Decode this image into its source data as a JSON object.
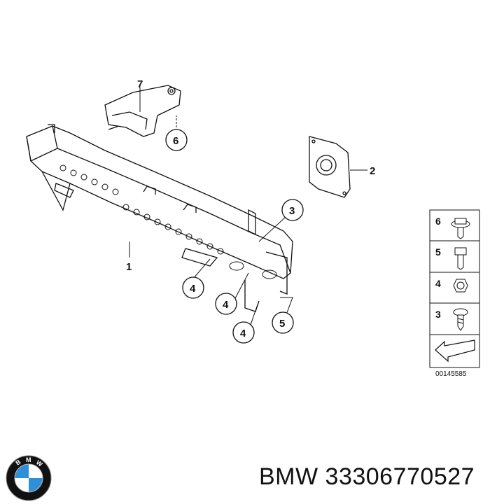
{
  "callouts": [
    {
      "id": "c7",
      "label": "7"
    },
    {
      "id": "c6",
      "label": "6"
    },
    {
      "id": "c2",
      "label": "2"
    },
    {
      "id": "c3",
      "label": "3"
    },
    {
      "id": "c1",
      "label": "1"
    },
    {
      "id": "c4a",
      "label": "4"
    },
    {
      "id": "c4b",
      "label": "4"
    },
    {
      "id": "c4c",
      "label": "4"
    },
    {
      "id": "c5",
      "label": "5"
    }
  ],
  "legend": {
    "items": [
      {
        "label": "6",
        "icon": "flange-bolt-icon"
      },
      {
        "label": "5",
        "icon": "hex-bolt-icon"
      },
      {
        "label": "4",
        "icon": "hex-nut-icon"
      },
      {
        "label": "3",
        "icon": "self-tapping-screw-icon"
      }
    ],
    "direction_icon": "direction-arrow-icon"
  },
  "diagram_code": "00145585",
  "footer": {
    "brand": "BMW",
    "part_number": "33306770527"
  },
  "logo": {
    "letters": [
      "B",
      "M",
      "W"
    ],
    "colors": {
      "ring": "#111111",
      "blue": "#2f8fd8",
      "white": "#ffffff"
    }
  }
}
